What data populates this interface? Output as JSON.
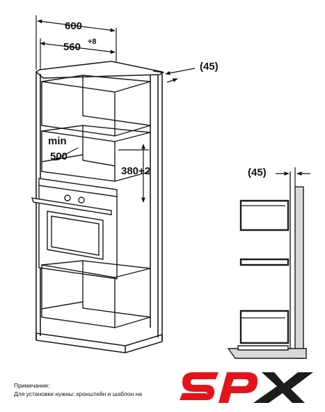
{
  "dimensions": {
    "width_600": "600",
    "width_560": "560",
    "width_560_tolerance": "+8",
    "depth_top": "(45)",
    "min_label": "min",
    "min_value": "500",
    "height_380": "380+2",
    "side_45": "(45)"
  },
  "note": {
    "title": "Примечание:",
    "body": "Для установки нужны: кронштейн и шаблон на"
  },
  "logo": {
    "text": "SPX",
    "color_red": "#e3141c",
    "color_dark": "#1c1c1c"
  }
}
